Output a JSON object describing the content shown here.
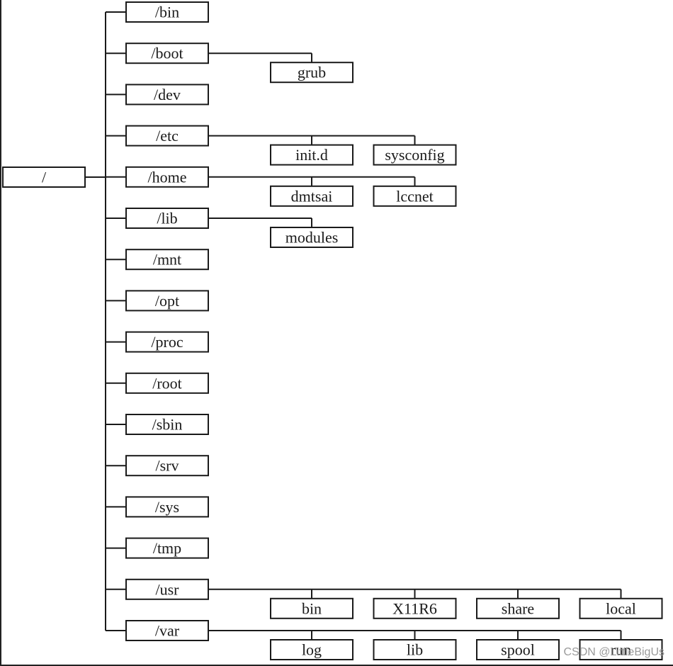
{
  "diagram": {
    "root": {
      "label": "/"
    },
    "top_level": [
      {
        "id": "bin",
        "label": "/bin",
        "children": []
      },
      {
        "id": "boot",
        "label": "/boot",
        "children": [
          "grub"
        ]
      },
      {
        "id": "dev",
        "label": "/dev",
        "children": []
      },
      {
        "id": "etc",
        "label": "/etc",
        "children": [
          "init.d",
          "sysconfig"
        ]
      },
      {
        "id": "home",
        "label": "/home",
        "children": [
          "dmtsai",
          "lccnet"
        ]
      },
      {
        "id": "lib",
        "label": "/lib",
        "children": [
          "modules"
        ]
      },
      {
        "id": "mnt",
        "label": "/mnt",
        "children": []
      },
      {
        "id": "opt",
        "label": "/opt",
        "children": []
      },
      {
        "id": "proc",
        "label": "/proc",
        "children": []
      },
      {
        "id": "root",
        "label": "/root",
        "children": []
      },
      {
        "id": "sbin",
        "label": "/sbin",
        "children": []
      },
      {
        "id": "srv",
        "label": "/srv",
        "children": []
      },
      {
        "id": "sys",
        "label": "/sys",
        "children": []
      },
      {
        "id": "tmp",
        "label": "/tmp",
        "children": []
      },
      {
        "id": "usr",
        "label": "/usr",
        "children": [
          "bin",
          "X11R6",
          "share",
          "local"
        ]
      },
      {
        "id": "var",
        "label": "/var",
        "children": [
          "log",
          "lib",
          "spool",
          "run"
        ]
      }
    ]
  },
  "watermark": "CSDN @LittleBigUs"
}
